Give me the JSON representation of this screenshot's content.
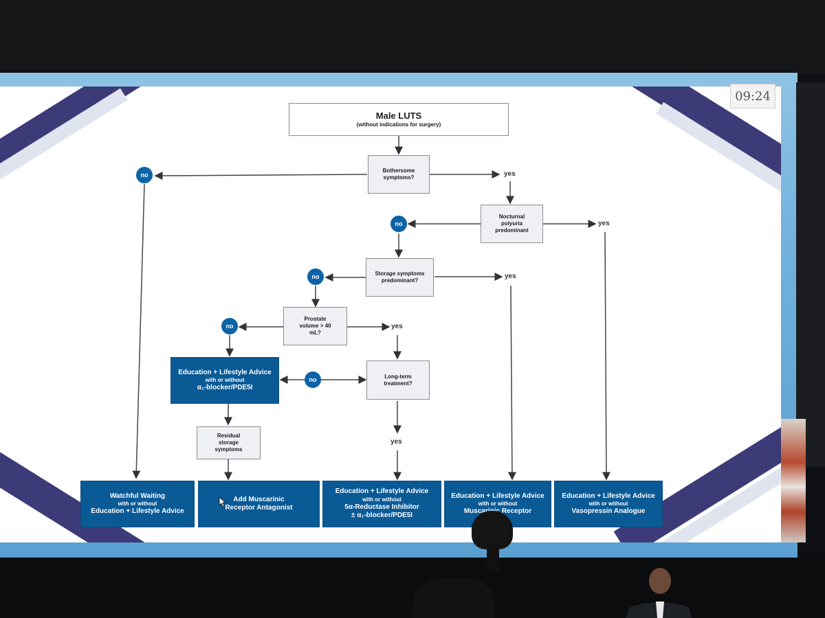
{
  "clock": "09:24",
  "title": {
    "main": "Male LUTS",
    "sub": "(without indications for surgery)"
  },
  "decisions": {
    "bothersome": "Bothersome symptoms?",
    "nocturnal": "Nocturnal polyuria predominant",
    "storage": "Storage symptoms predominant?",
    "prostate": "Prostate volume > 40 mL?",
    "longterm": "Long-term treatment?",
    "residual": "Residual storage symptoms"
  },
  "labels": {
    "no": "no",
    "yes": "yes"
  },
  "education_alpha": {
    "main": "Education + Lifestyle Advice",
    "line2": "with or without",
    "line3": "α₁-blocker/PDE5I"
  },
  "outcomes": [
    {
      "main": "Watchful Waiting",
      "line2": "with or without",
      "line3": "Education + Lifestyle Advice"
    },
    {
      "main": "Add Muscarinic",
      "line2": "",
      "line3": "Receptor Antagonist"
    },
    {
      "main": "Education + Lifestyle Advice",
      "line2": "with or without",
      "line3": "5α-Reductase Inhibitor",
      "line4": "± α₁-blocker/PDE5I"
    },
    {
      "main": "Education + Lifestyle Advice",
      "line2": "with or without",
      "line3": "Muscarinic Receptor"
    },
    {
      "main": "Education + Lifestyle Advice",
      "line2": "with or without",
      "line3": "Vasopressin Analogue"
    }
  ],
  "colors": {
    "box_blue": "#0a5a96",
    "no_circle": "#0c63a6",
    "stripe": "#3d3a78"
  }
}
